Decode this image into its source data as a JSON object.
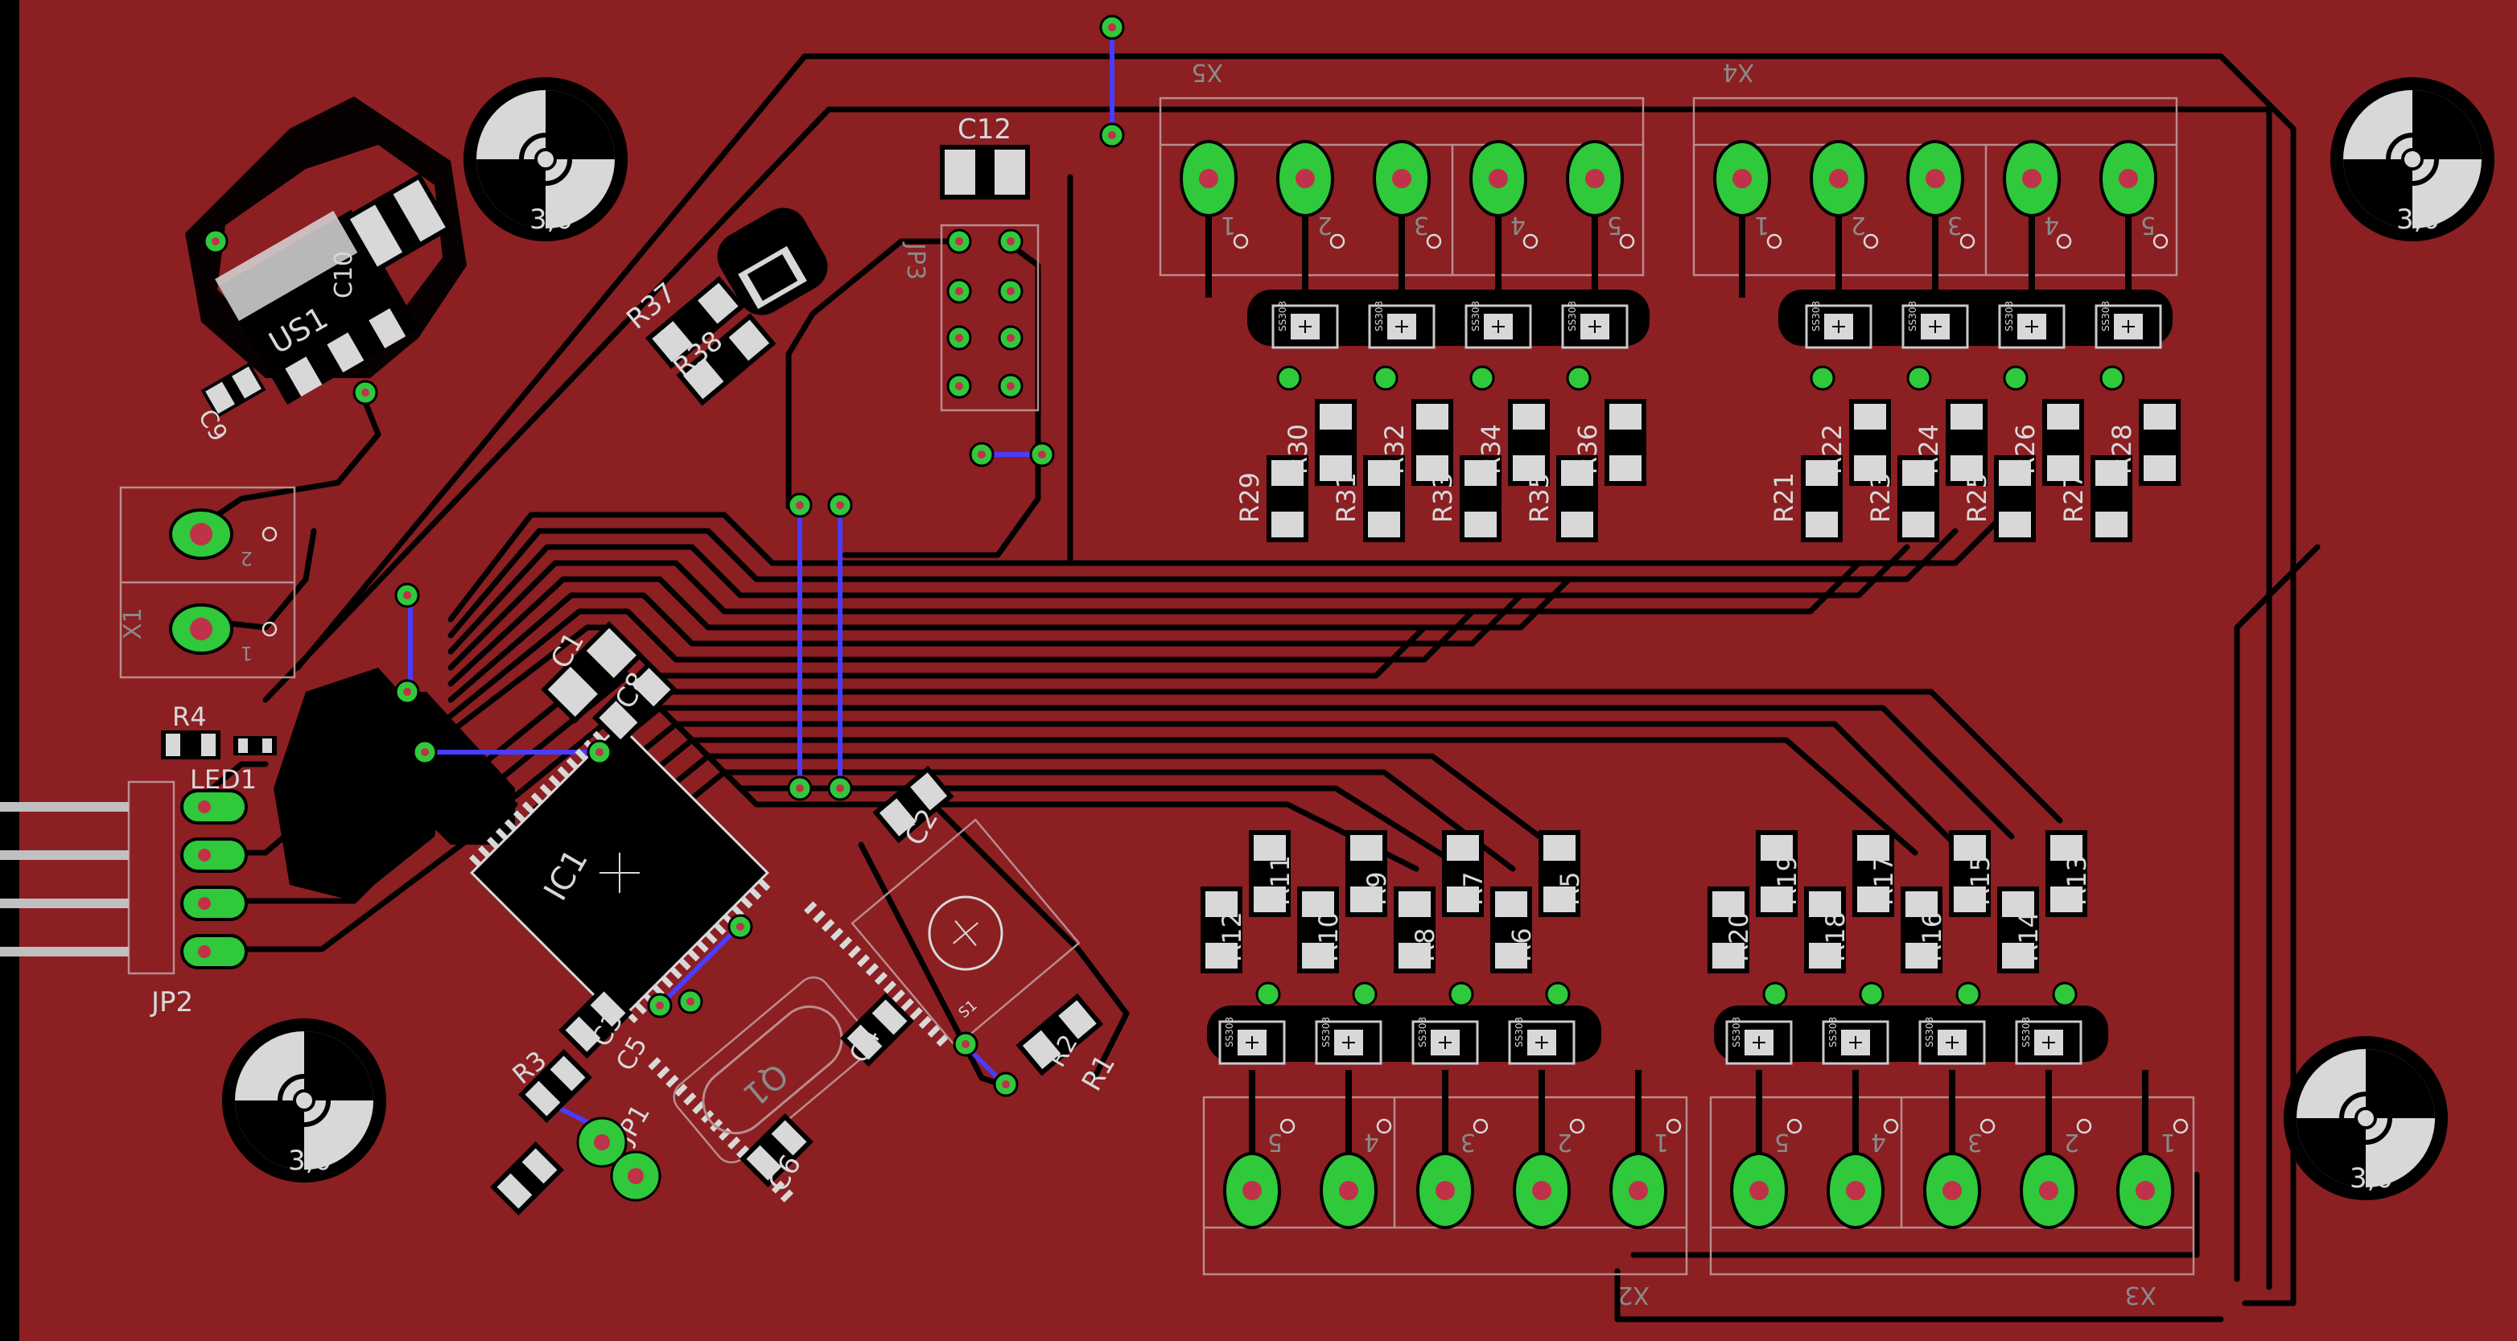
{
  "board": {
    "background": "#8b1f22",
    "copper_color": "#8b1f22",
    "track_color": "#000000",
    "via_color": "#2fc93b",
    "drill_color": "#c0324a",
    "silk_color": "#d8d8d8",
    "bottom_layer_color": "#4a3cff"
  },
  "labels": {
    "x5": "X5",
    "x4": "X4",
    "x1": "X1",
    "x2": "X2",
    "x3": "X3",
    "c12": "C12",
    "jp3": "JP3",
    "us1": "US1",
    "c9": "C9",
    "c10": "C10",
    "r37": "R37",
    "r38": "R38",
    "r4": "R4",
    "led1": "LED1",
    "jp2": "JP2",
    "ic1": "IC1",
    "c1": "C1",
    "c8": "C8",
    "c2": "C2",
    "c3": "C3",
    "c4": "C4",
    "c5": "C5",
    "c6": "C6",
    "r1": "R1",
    "r2": "R2",
    "r3": "R3",
    "jp1": "JP1",
    "q1": "Q1",
    "s1": "S1",
    "mount_hole": "3,0",
    "diode": "SS303"
  },
  "resistors_top_left": [
    "R29",
    "R30",
    "R31",
    "R32",
    "R33",
    "R34",
    "R35",
    "R36"
  ],
  "resistors_top_right": [
    "R21",
    "R22",
    "R23",
    "R24",
    "R25",
    "R26",
    "R27",
    "R28"
  ],
  "resistors_bottom_left": [
    "R12",
    "R11",
    "R10",
    "R9",
    "R8",
    "R7",
    "R6",
    "R5"
  ],
  "resistors_bottom_right": [
    "R20",
    "R19",
    "R18",
    "R17",
    "R16",
    "R15",
    "R14",
    "R13"
  ],
  "connector_pins_top": [
    "1",
    "2",
    "3",
    "4",
    "5"
  ],
  "connector_pins_bottom": [
    "5",
    "4",
    "3",
    "2",
    "1"
  ],
  "x1_pins": [
    "1",
    "2"
  ]
}
